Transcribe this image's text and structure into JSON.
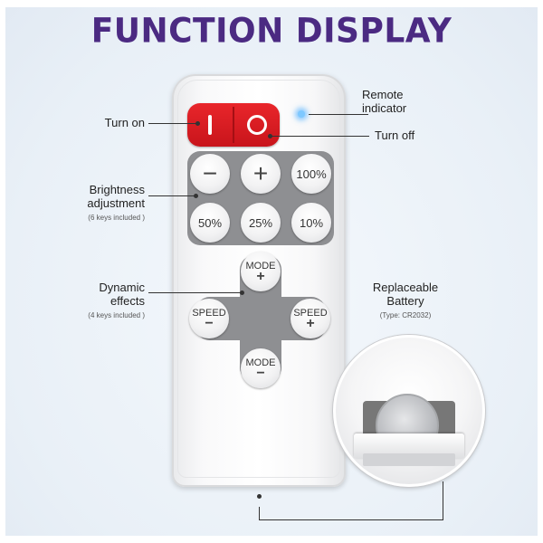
{
  "title": "FUNCTION DISPLAY",
  "labels": {
    "turn_on": "Turn on",
    "turn_off": "Turn off",
    "remote_indicator_line1": "Remote",
    "remote_indicator_line2": "indicator",
    "brightness_line1": "Brightness",
    "brightness_line2": "adjustment",
    "brightness_sub": "(6 keys included )",
    "dynamic_line1": "Dynamic",
    "dynamic_line2": "effects",
    "dynamic_sub": "(4 keys included )",
    "battery_line1": "Replaceable",
    "battery_line2": "Battery",
    "battery_sub": "(Type: CR2032)"
  },
  "brightness_keys": {
    "minus": "−",
    "plus": "+",
    "k100": "100%",
    "k50": "50%",
    "k25": "25%",
    "k10": "10%"
  },
  "dynamic_keys": {
    "mode": "MODE",
    "speed": "SPEED",
    "plus": "+",
    "minus": "−"
  },
  "colors": {
    "title": "#4b2a82",
    "power_pad": "#d81c22",
    "panel_gray": "#8e8f92",
    "indicator": "#7ec8ff"
  }
}
